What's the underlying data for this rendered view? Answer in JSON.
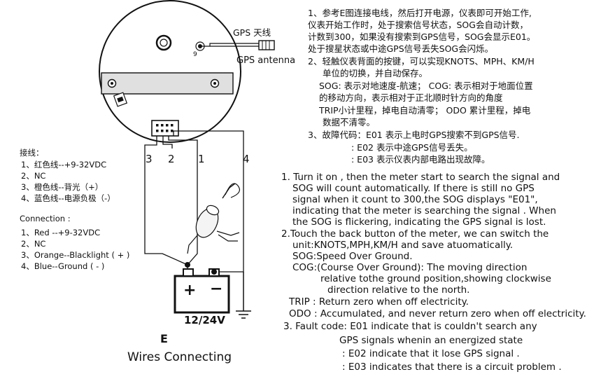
{
  "diagram": {
    "gps_label_cn": "GPS 天线",
    "gps_label_en": "GPS antenna",
    "pin_label_9": "9",
    "wire_numbers": [
      "3",
      "2",
      "1",
      "4"
    ],
    "battery_plus": "+",
    "battery_minus": "−",
    "battery_voltage": "12/24V",
    "figure_letter": "E",
    "caption": "Wires Connecting"
  },
  "legend_cn": {
    "title": "接线：",
    "items": [
      "1、红色线--+9-32VDC",
      "2、NC",
      "3、橙色线--背光（+）",
      "4、蓝色线--电源负极（-）"
    ]
  },
  "legend_en": {
    "title": "Connection :",
    "items": [
      "1、Red --+9-32VDC",
      "2、NC",
      "3、Orange--Blacklight ( + )",
      "4、Blue--Ground ( - )"
    ]
  },
  "instructions_cn": [
    "1、参考E图连接电线，然后打开电源，仪表即可开始工作,",
    "仪表开始工作时，处于搜索信号状态，SOG会自动计数，",
    "计数到300，如果没有搜索到GPS信号，SOG会显示E01。",
    "处于搜星状态或中途GPS信号丢失SOG会闪烁。",
    "2、轻触仪表背面的按键，可以实现KNOTS、MPH、KM/H",
    "单位的切换，并自动保存。",
    "SOG: 表示对地速度-航速； COG: 表示相对于地面位置",
    "的移动方向，表示相对于正北顺时针方向的角度",
    "TRIP小计里程，掉电自动清零； ODO 累计里程，掉电",
    "数据不清零。",
    "3、故障代码：E01 表示上电时GPS搜索不到GPS信号.",
    ": E02 表示中途GPS信号丢失。",
    ": E03 表示仪表内部电路出现故障。"
  ],
  "instructions_en": [
    "1.  Turn it on , then the meter start to search the signal and",
    "SOG will count automatically.    If there is still no GPS",
    "signal when it count to 300,the SOG displays \"E01\",",
    "indicating that the  meter is searching the signal . When",
    "the SOG is flickering, indicating the GPS signal is lost.",
    "2.Touch the back button of the meter, we can switch the",
    "unit:KNOTS,MPH,KM/H and save  atuomatically.",
    "SOG:Speed Over Ground.",
    "COG:(Course Over Ground): The moving direction",
    "relative tothe ground position,showing clockwise",
    "direction  relative to the north.",
    "TRIP  : Return zero when off electricity.",
    "ODO : Accumulated, and never return zero when off electricity.",
    "3. Fault code: E01 indicate that is couldn't search any",
    "GPS signals whenin an energized state",
    ": E02 indicate that it lose GPS signal .",
    ": E03 indicates that there is a circuit problem ."
  ]
}
